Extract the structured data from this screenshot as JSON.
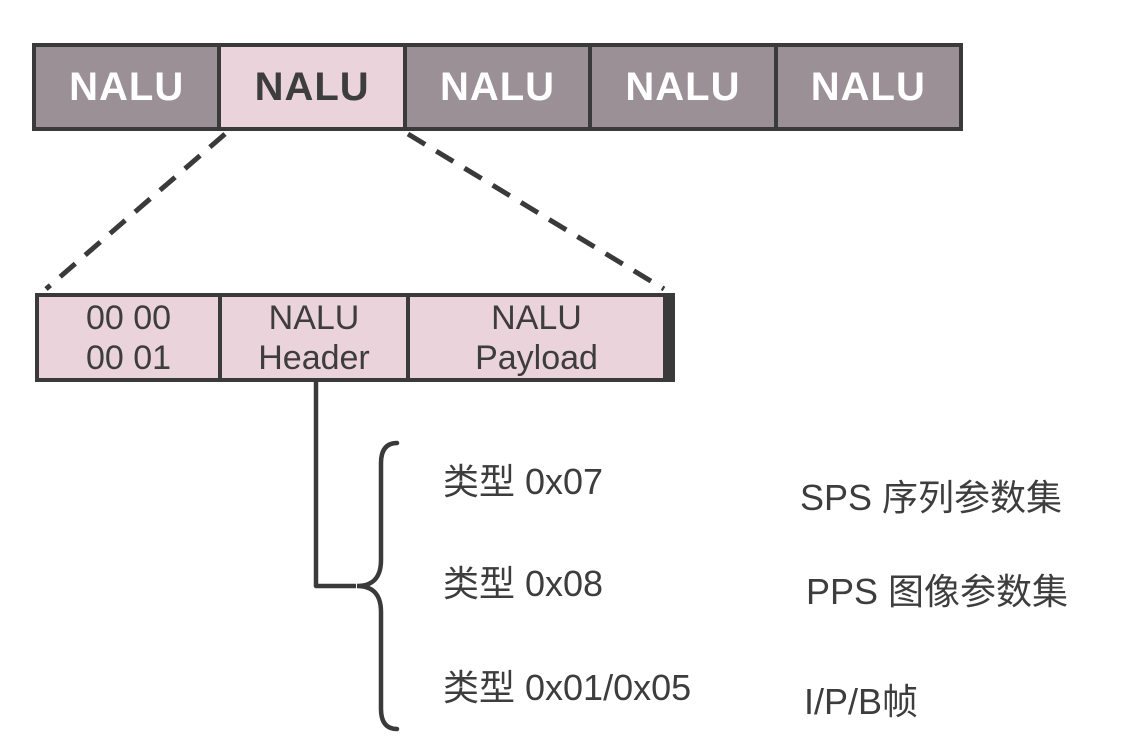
{
  "diagram": {
    "title_hint": "H.264 NALU stream structure",
    "stream_blocks": [
      "NALU",
      "NALU",
      "NALU",
      "NALU",
      "NALU"
    ],
    "highlighted_block_index": 1,
    "nalu_structure": {
      "start_code": {
        "line1": "00 00",
        "line2": "00 01"
      },
      "header": {
        "line1": "NALU",
        "line2": "Header"
      },
      "payload": {
        "line1": "NALU",
        "line2": "Payload"
      }
    },
    "nalu_types": [
      {
        "type": "类型 0x07",
        "meaning": "SPS 序列参数集"
      },
      {
        "type": "类型 0x08",
        "meaning": "PPS 图像参数集"
      },
      {
        "type": "类型 0x01/0x05",
        "meaning": "I/P/B帧"
      }
    ],
    "colors": {
      "block_fill": "#9b9095",
      "highlight_fill": "#ead3da",
      "line": "#3a3a3a",
      "text_dark": "#3d3d3d",
      "text_light": "#ffffff"
    }
  }
}
